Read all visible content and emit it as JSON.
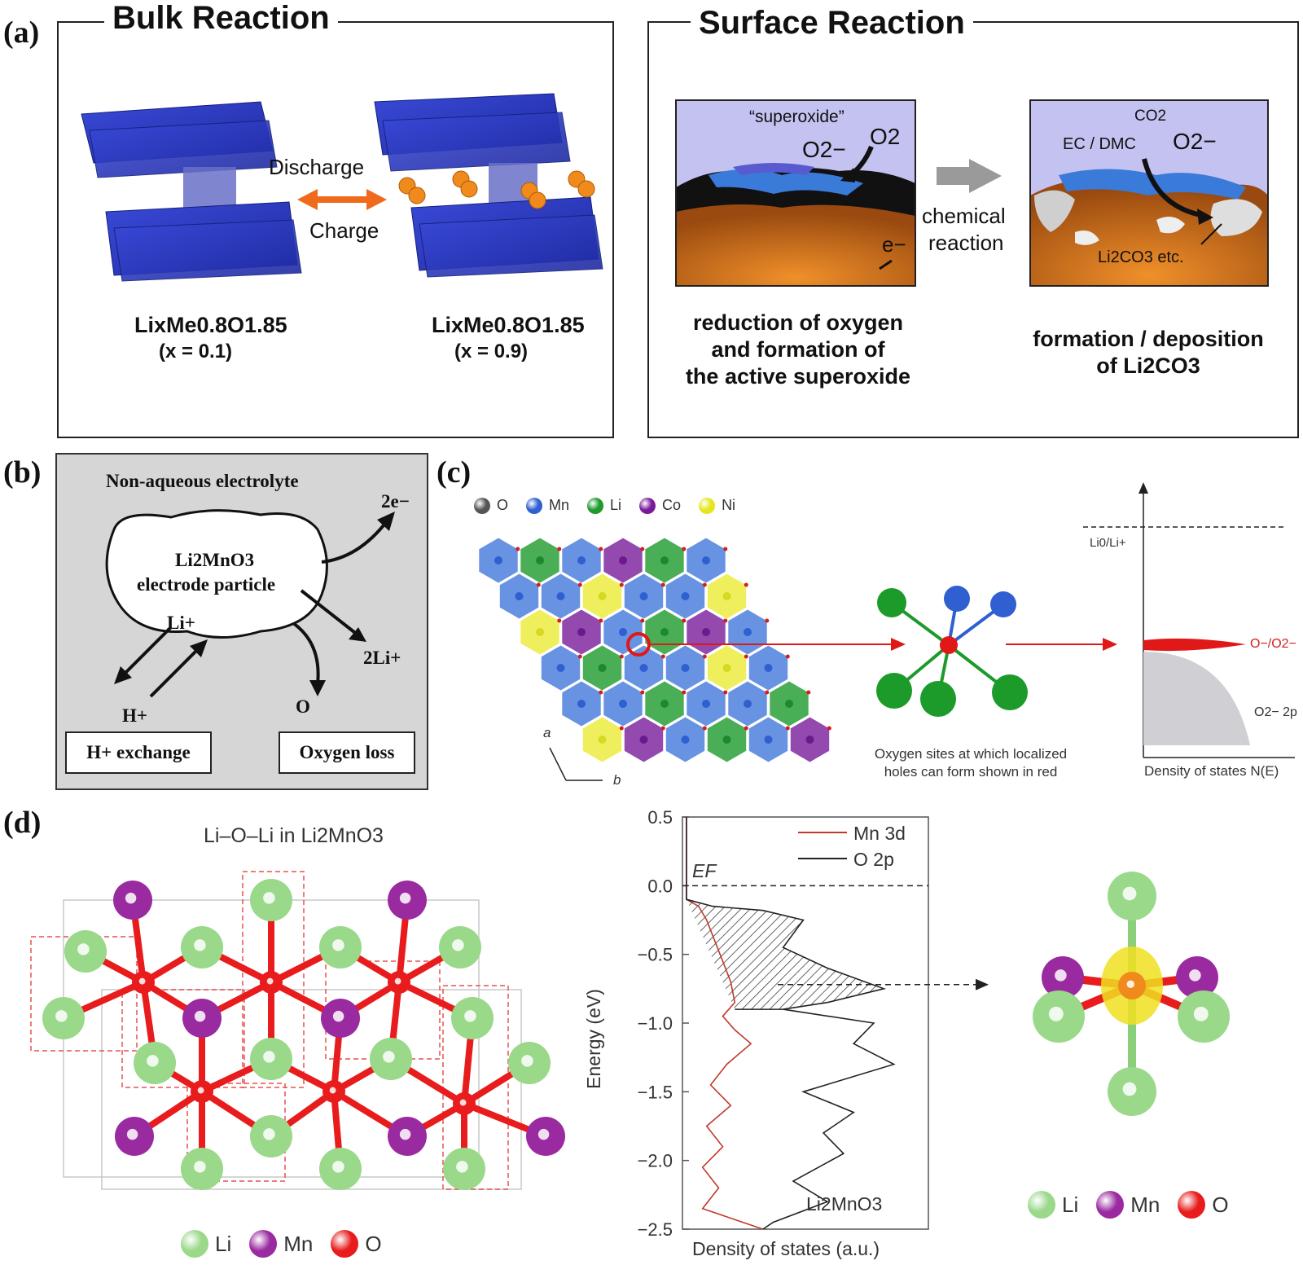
{
  "panel_a": {
    "label": "(a)",
    "bulk": {
      "title": "Bulk Reaction",
      "arrow_top": "Discharge",
      "arrow_bottom": "Charge",
      "left_formula": "LixMe0.8O1.85",
      "left_x": "(x = 0.1)",
      "right_formula": "LixMe0.8O1.85",
      "right_x": "(x = 0.9)"
    },
    "surface": {
      "title": "Surface Reaction",
      "superoxide": "“superoxide”",
      "o2_minus": "O2−",
      "o2": "O2",
      "electron": "e−",
      "co2": "CO2",
      "ec_dmc": "EC / DMC",
      "li2co3_etc": "Li2CO3 etc.",
      "arrow_label_1": "chemical",
      "arrow_label_2": "reaction",
      "caption_left": [
        "reduction of oxygen",
        "and formation of",
        "the active superoxide"
      ],
      "caption_right": [
        "formation / deposition",
        "of Li2CO3"
      ]
    }
  },
  "panel_b": {
    "label": "(b)",
    "electrolyte": "Non-aqueous electrolyte",
    "particle_line1": "Li2MnO3",
    "particle_line2": "electrode particle",
    "li_plus": "Li+",
    "h_plus": "H+",
    "two_e": "2e−",
    "two_li": "2Li+",
    "o": "O",
    "box_left": "H+ exchange",
    "box_right": "Oxygen loss"
  },
  "panel_c": {
    "label": "(c)",
    "legend": [
      {
        "name": "O",
        "color": "#555555"
      },
      {
        "name": "Mn",
        "color": "#2f5fd0"
      },
      {
        "name": "Li",
        "color": "#1c9a2a"
      },
      {
        "name": "Co",
        "color": "#7a1a9a"
      },
      {
        "name": "Ni",
        "color": "#e6e61a"
      }
    ],
    "axis_a": "a",
    "axis_b": "b",
    "caption": [
      "Oxygen sites at which localized",
      "holes can form shown in red"
    ],
    "dos_li": "Li0/Li+",
    "dos_o_band": "O−/O2−",
    "dos_2p": "O2− 2p",
    "dos_xlabel": "Density of states N(E)"
  },
  "panel_d": {
    "label": "(d)",
    "structure_title": "Li–O–Li in Li2MnO3",
    "legend": [
      {
        "name": "Li",
        "color": "#9ad88a"
      },
      {
        "name": "Mn",
        "color": "#9a2aa0"
      },
      {
        "name": "O",
        "color": "#e81c1c"
      }
    ],
    "right_legend": [
      {
        "name": "Li",
        "color": "#9ad88a"
      },
      {
        "name": "Mn",
        "color": "#9a2aa0"
      },
      {
        "name": "O",
        "color": "#e81c1c"
      }
    ]
  },
  "chart_data": {
    "type": "line",
    "title": "",
    "xlabel": "Density of states (a.u.)",
    "ylabel": "Energy (eV)",
    "ylim": [
      -2.5,
      0.5
    ],
    "yticks": [
      "0.5",
      "0.0",
      "−0.5",
      "−1.0",
      "−1.5",
      "−2.0",
      "−2.5"
    ],
    "fermi_label": "EF",
    "annotation": "Li2MnO3",
    "series": [
      {
        "name": "Mn 3d",
        "color": "#c0392b",
        "points": [
          [
            0.02,
            0.5
          ],
          [
            0.02,
            -0.1
          ],
          [
            0.08,
            -0.15
          ],
          [
            0.12,
            -0.25
          ],
          [
            0.16,
            -0.4
          ],
          [
            0.2,
            -0.55
          ],
          [
            0.24,
            -0.7
          ],
          [
            0.26,
            -0.85
          ],
          [
            0.2,
            -0.95
          ],
          [
            0.26,
            -1.05
          ],
          [
            0.34,
            -1.15
          ],
          [
            0.22,
            -1.3
          ],
          [
            0.14,
            -1.45
          ],
          [
            0.24,
            -1.6
          ],
          [
            0.12,
            -1.75
          ],
          [
            0.2,
            -1.9
          ],
          [
            0.1,
            -2.05
          ],
          [
            0.18,
            -2.2
          ],
          [
            0.1,
            -2.35
          ],
          [
            0.3,
            -2.45
          ],
          [
            0.4,
            -2.5
          ]
        ]
      },
      {
        "name": "O 2p",
        "color": "#222222",
        "points": [
          [
            0.02,
            0.5
          ],
          [
            0.02,
            -0.1
          ],
          [
            0.15,
            -0.15
          ],
          [
            0.4,
            -0.18
          ],
          [
            0.6,
            -0.25
          ],
          [
            0.5,
            -0.45
          ],
          [
            0.72,
            -0.6
          ],
          [
            1.0,
            -0.75
          ],
          [
            0.72,
            -0.85
          ],
          [
            0.5,
            -0.9
          ],
          [
            0.95,
            -1.0
          ],
          [
            0.85,
            -1.15
          ],
          [
            1.05,
            -1.3
          ],
          [
            0.6,
            -1.5
          ],
          [
            0.85,
            -1.65
          ],
          [
            0.7,
            -1.8
          ],
          [
            0.8,
            -1.95
          ],
          [
            0.55,
            -2.15
          ],
          [
            0.72,
            -2.3
          ],
          [
            0.45,
            -2.45
          ],
          [
            0.4,
            -2.5
          ]
        ]
      }
    ]
  }
}
